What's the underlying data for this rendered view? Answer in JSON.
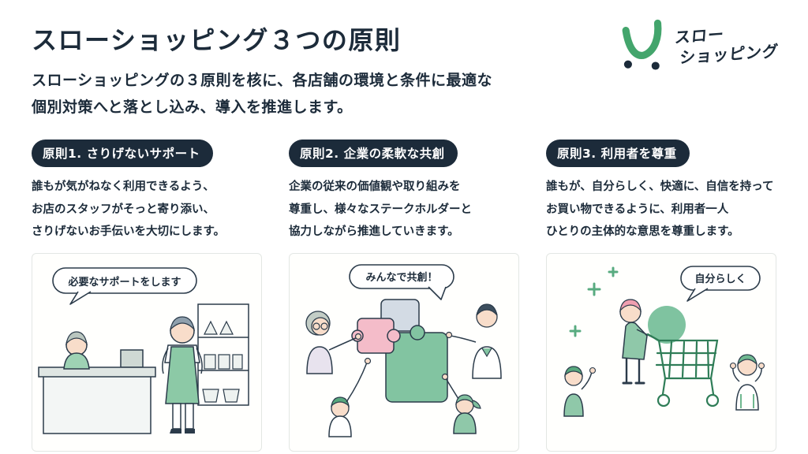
{
  "page": {
    "title": "スローショッピング３つの原則",
    "subtitle_line1": "スローショッピングの３原則を核に、各店舗の環境と条件に最適な",
    "subtitle_line2": "個別対策へと落とし込み、導入を推進します。"
  },
  "logo": {
    "line1": "スロー",
    "line2": "ショッピング"
  },
  "colors": {
    "navy": "#1c2b3a",
    "green": "#3f9e6e",
    "light_green": "#8fc8a9",
    "pink": "#f2b3c3"
  },
  "principles": [
    {
      "label": "原則1. さりげないサポート",
      "body_line1": "誰もが気がねなく利用できるよう、",
      "body_line2": "お店のスタッフがそっと寄り添い、",
      "body_line3": "さりげないお手伝いを大切にします。",
      "bubble": "必要なサポートをします"
    },
    {
      "label": "原則2. 企業の柔軟な共創",
      "body_line1": "企業の従来の価値観や取り組みを",
      "body_line2": "尊重し、様々なステークホルダーと",
      "body_line3": "協力しながら推進していきます。",
      "bubble": "みんなで共創！"
    },
    {
      "label": "原則3. 利用者を尊重",
      "body_line1": "誰もが、自分らしく、快適に、自信を持って",
      "body_line2": "お買い物できるように、利用者一人",
      "body_line3": "ひとりの主体的な意思を尊重します。",
      "bubble": "自分らしく"
    }
  ]
}
